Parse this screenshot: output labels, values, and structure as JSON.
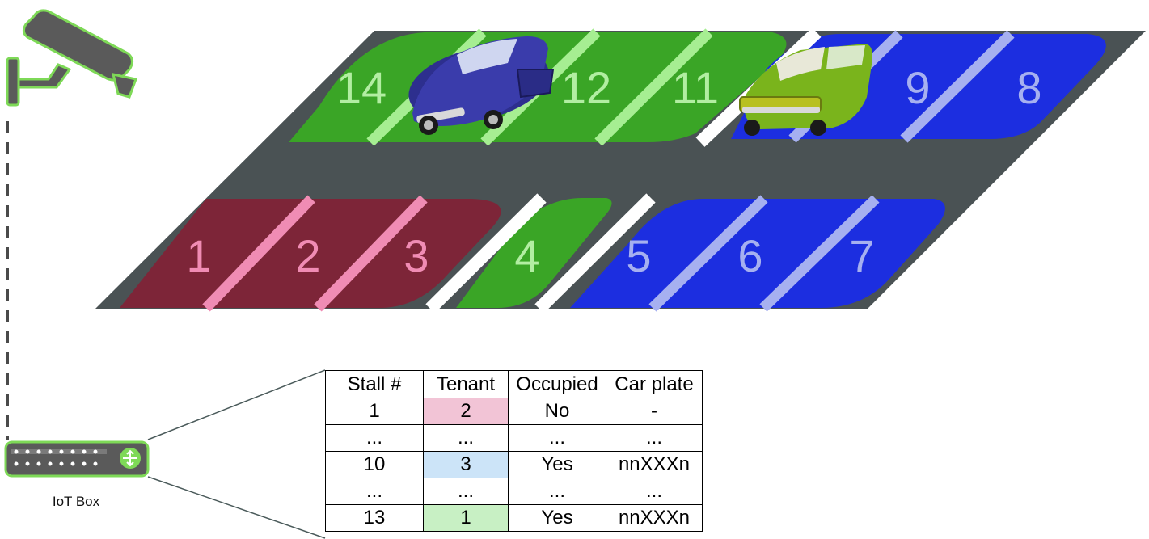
{
  "parking": {
    "top_row": [
      {
        "number": "14",
        "tenant": "green"
      },
      {
        "number": "12",
        "tenant": "green"
      },
      {
        "number": "11",
        "tenant": "green"
      },
      {
        "number": "9",
        "tenant": "blue"
      },
      {
        "number": "8",
        "tenant": "blue"
      }
    ],
    "bottom_row": [
      {
        "number": "1",
        "tenant": "red"
      },
      {
        "number": "2",
        "tenant": "red"
      },
      {
        "number": "3",
        "tenant": "red"
      },
      {
        "number": "4",
        "tenant": "green"
      },
      {
        "number": "5",
        "tenant": "blue"
      },
      {
        "number": "6",
        "tenant": "blue"
      },
      {
        "number": "7",
        "tenant": "blue"
      }
    ],
    "vehicles": [
      "blue-sports-car",
      "green-station-wagon"
    ]
  },
  "colors": {
    "asphalt": "#4a5254",
    "red_zone": "#7d2538",
    "red_text": "#f08cb4",
    "green_zone": "#3aa526",
    "green_text": "#b2eea2",
    "blue_zone": "#1c2ee0",
    "blue_text": "#a6b0f0",
    "camera_green": "#7ed957",
    "camera_gray": "#5a5a5a",
    "tenant_1": "#c8f0c4",
    "tenant_2": "#f2c4d6",
    "tenant_3": "#cce4f8"
  },
  "iot_box": {
    "label": "IoT Box"
  },
  "table": {
    "headers": [
      "Stall #",
      "Tenant",
      "Occupied",
      "Car plate"
    ],
    "rows": [
      {
        "stall": "1",
        "tenant": "2",
        "occupied": "No",
        "plate": "-"
      },
      {
        "stall": "...",
        "tenant": "...",
        "occupied": "...",
        "plate": "..."
      },
      {
        "stall": "10",
        "tenant": "3",
        "occupied": "Yes",
        "plate": "nnXXXn"
      },
      {
        "stall": "...",
        "tenant": "...",
        "occupied": "...",
        "plate": "..."
      },
      {
        "stall": "13",
        "tenant": "1",
        "occupied": "Yes",
        "plate": "nnXXXn"
      }
    ]
  }
}
